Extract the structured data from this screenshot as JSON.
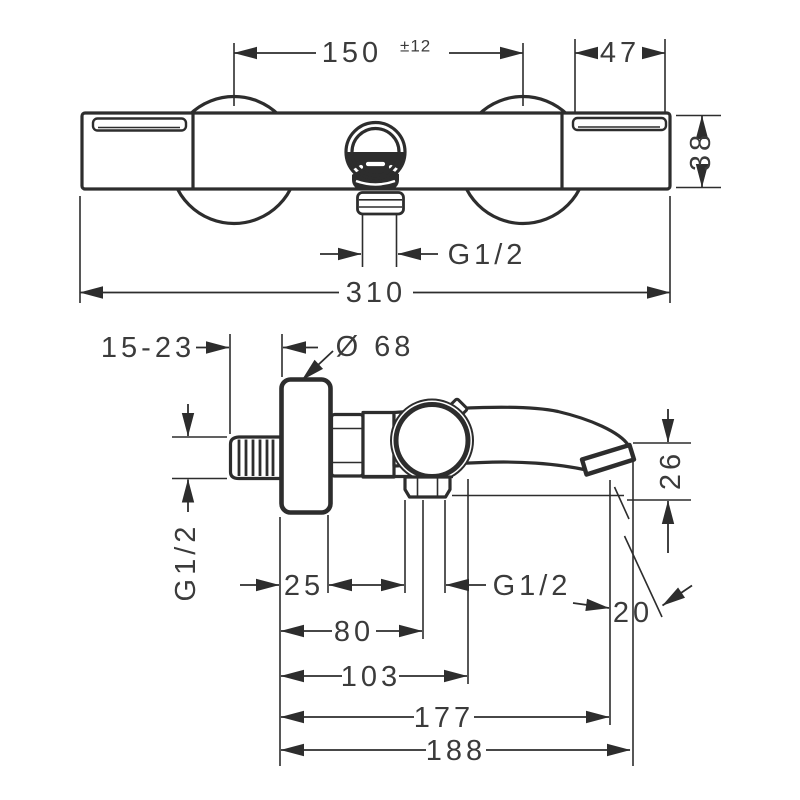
{
  "colors": {
    "line": "#2d2d2d",
    "text": "#3b3b3b",
    "background": "#ffffff"
  },
  "front_view": {
    "center_distance": "150",
    "center_distance_tolerance": "±12",
    "end_width": "47",
    "body_height": "38",
    "center_connection": "G1/2",
    "total_width": "310"
  },
  "side_view": {
    "wall_depth_range": "15-23",
    "escutcheon_diameter": "Ø 68",
    "inlet_thread": "G1/2",
    "wall_to_escutcheon": "25",
    "outlet_thread": "G1/2",
    "depth_80": "80",
    "depth_103": "103",
    "depth_177": "177",
    "depth_188": "188",
    "spout_drop": "26",
    "outlet_offset": "20"
  }
}
